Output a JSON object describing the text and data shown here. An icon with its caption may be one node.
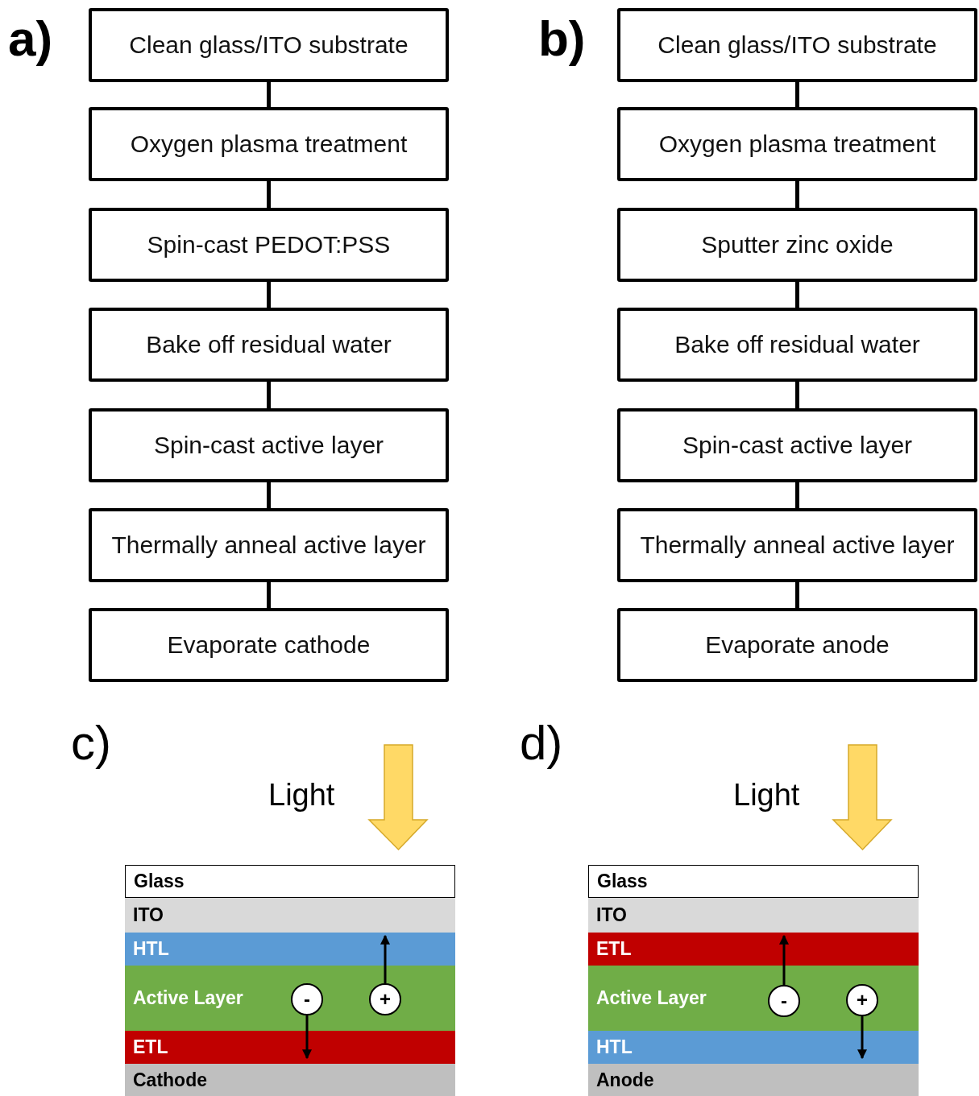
{
  "diagram": {
    "nodes": [
      {
        "text": [
          "Clean glass/ITO substrate"
        ]
      },
      {
        "text": [
          "Oxygen plasma treatment"
        ]
      },
      {
        "text": [
          "Spin-cast PEDOT:PSS"
        ]
      },
      {
        "text": [
          "Bake off residual water"
        ]
      },
      {
        "text": [
          "Spin-cast active layer"
        ]
      },
      {
        "text": [
          "Thermally anneal active layer"
        ]
      },
      {
        "text": [
          "Evaporate cathode"
        ]
      },
      {
        "text": [
          "Clean glass/ITO substrate"
        ]
      },
      {
        "text": [
          "Oxygen plasma treatment"
        ]
      },
      {
        "text": [
          "Sputter zinc oxide"
        ]
      },
      {
        "text": [
          "Bake off residual water"
        ]
      },
      {
        "text": [
          "Spin-cast active layer"
        ]
      },
      {
        "text": [
          "Thermally anneal active layer"
        ]
      },
      {
        "text": [
          "Evaporate anode"
        ]
      },
      {
        "text": [
          "Glass"
        ]
      },
      {
        "text": [
          "ITO"
        ]
      },
      {
        "text": [
          "HTL"
        ]
      },
      {
        "text": [
          "Active Layer"
        ]
      },
      {
        "text": [
          "-"
        ],
        "in": 17
      },
      {
        "text": [
          "+"
        ],
        "in": 17
      },
      {
        "text": [
          "ETL"
        ]
      },
      {
        "text": [
          "Cathode"
        ]
      },
      {
        "text": [
          "Glass"
        ]
      },
      {
        "text": [
          "ITO"
        ]
      },
      {
        "text": [
          "ETL"
        ]
      },
      {
        "text": [
          "Active Layer"
        ]
      },
      {
        "text": [
          "-"
        ],
        "in": 25
      },
      {
        "text": [
          "+"
        ],
        "in": 25
      },
      {
        "text": [
          "HTL"
        ]
      },
      {
        "text": [
          "Anode"
        ]
      }
    ],
    "edges": [
      {
        "from": 0,
        "to": 1,
        "arrow": "none"
      },
      {
        "from": 1,
        "to": 2,
        "arrow": "none"
      },
      {
        "from": 2,
        "to": 3,
        "arrow": "none"
      },
      {
        "from": 3,
        "to": 4,
        "arrow": "none"
      },
      {
        "from": 4,
        "to": 5,
        "arrow": "none"
      },
      {
        "from": 5,
        "to": 6,
        "arrow": "none"
      },
      {
        "from": 7,
        "to": 8,
        "arrow": "none"
      },
      {
        "from": 8,
        "to": 9,
        "arrow": "none"
      },
      {
        "from": 9,
        "to": 10,
        "arrow": "none"
      },
      {
        "from": 10,
        "to": 11,
        "arrow": "none"
      },
      {
        "from": 11,
        "to": 12,
        "arrow": "none"
      },
      {
        "from": 12,
        "to": 13,
        "arrow": "none"
      },
      {
        "from": 18,
        "to": 20,
        "arrow": "to"
      },
      {
        "from": 19,
        "to": 16,
        "arrow": "to"
      },
      {
        "from": 26,
        "to": 24,
        "arrow": "to"
      },
      {
        "from": 27,
        "to": 28,
        "arrow": "to"
      }
    ],
    "labels": [
      "a)",
      "b)",
      "c)",
      "Light",
      "d)",
      "Light"
    ]
  }
}
